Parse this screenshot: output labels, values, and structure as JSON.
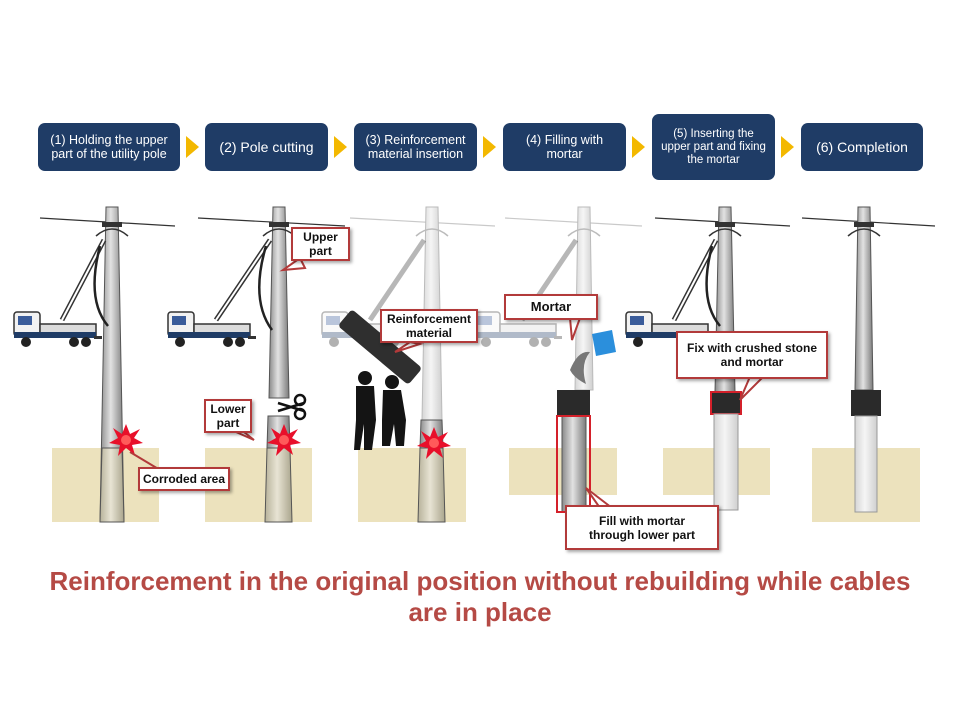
{
  "steps": [
    {
      "label": "(1) Holding the upper part of the utility pole"
    },
    {
      "label": "(2) Pole cutting"
    },
    {
      "label": "(3) Reinforcement material insertion"
    },
    {
      "label": "(4) Filling with mortar"
    },
    {
      "label": "(5) Inserting the upper part and fixing the mortar"
    },
    {
      "label": "(6) Completion"
    }
  ],
  "callouts": {
    "corroded_area": "Corroded area",
    "upper_part": "Upper part",
    "lower_part": "Lower part",
    "reinforcement_material": "Reinforcement material",
    "mortar": "Mortar",
    "fix_crushed_stone": "Fix with crushed stone and mortar",
    "fill_mortar_lower": "Fill with mortar through lower part"
  },
  "headline": "Reinforcement in the original position without rebuilding while cables are in place",
  "colors": {
    "step_bg": "#1f3c66",
    "arrow": "#f3b800",
    "callout_border": "#b23a3a",
    "headline": "#b54a45",
    "ground": "#ece2bd",
    "corrosion": "#e8102a"
  },
  "icons": [
    "crane-truck-icon",
    "scissors-icon",
    "worker-silhouette-icon",
    "mortar-bucket-icon",
    "corrosion-burst-icon"
  ]
}
